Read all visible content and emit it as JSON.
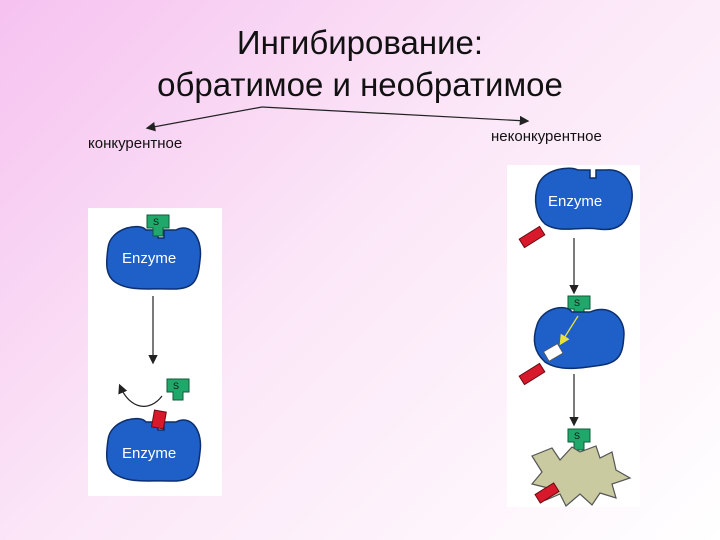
{
  "title": {
    "line1": "Ингибирование:",
    "line2": "обратимое и необратимое"
  },
  "labels": {
    "competitive": "конкурентное",
    "noncompetitive": "неконкурентное"
  },
  "diagram": {
    "enzyme_text": "Enzyme",
    "substrate_text": "S"
  },
  "colors": {
    "enzyme": "#1e5fc8",
    "enzyme_denatured": "#c9caa0",
    "substrate": "#1fa86a",
    "inhibitor": "#d8192b",
    "arrow_yellow": "#e9e23a"
  }
}
